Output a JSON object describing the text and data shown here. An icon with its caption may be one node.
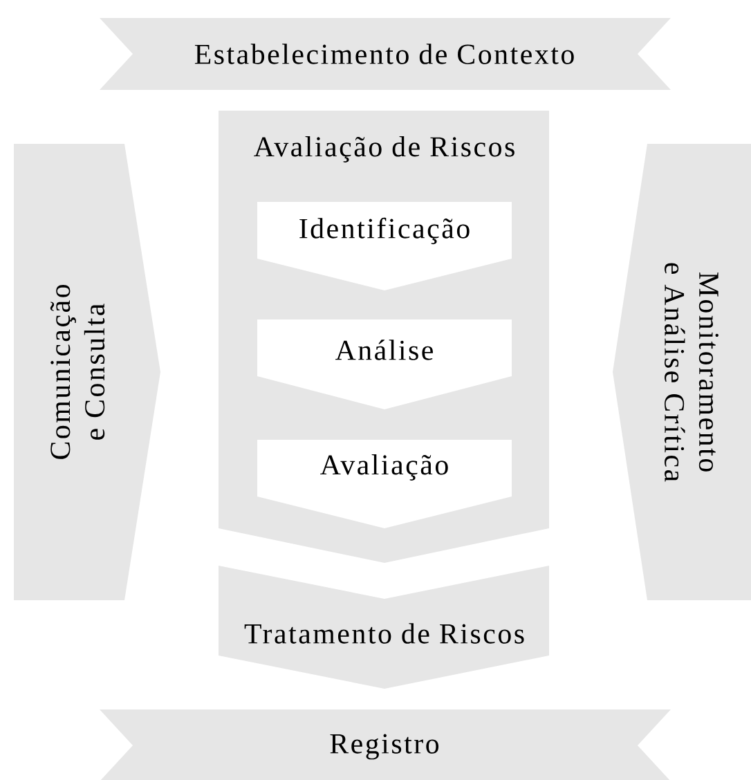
{
  "diagram": {
    "nodes": [
      {
        "text": [
          "Estabelecimento de Contexto"
        ]
      },
      {
        "text": [
          "Comunicação e Consulta"
        ]
      },
      {
        "text": [
          "Avaliação de Riscos"
        ]
      },
      {
        "text": [
          "Identificação"
        ],
        "in": 2
      },
      {
        "text": [
          "Análise"
        ],
        "in": 2
      },
      {
        "text": [
          "Avaliação"
        ],
        "in": 2
      },
      {
        "text": [
          "Monitoramento e Análise Crítica"
        ]
      },
      {
        "text": [
          "Tratamento de Riscos"
        ]
      },
      {
        "text": [
          "Registro"
        ]
      }
    ]
  }
}
